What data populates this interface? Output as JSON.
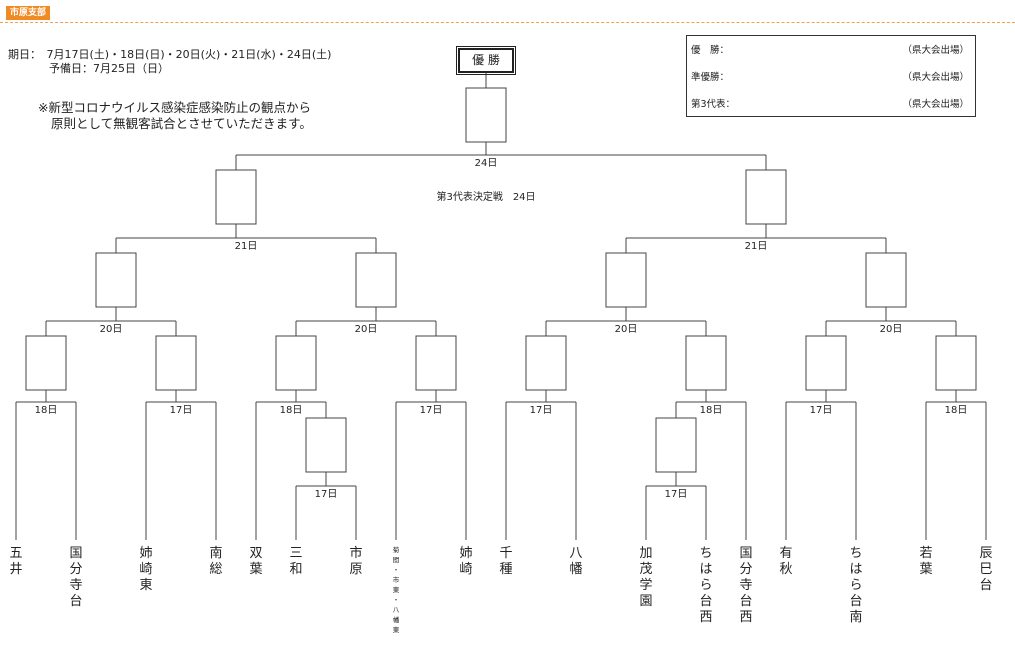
{
  "header": {
    "tag": "市原支部"
  },
  "schedule": {
    "line1": "期日：　7月17日(土)・18日(日)・20日(火)・21日(水)・24日(土)",
    "line2": "予備日：7月25日（日）"
  },
  "notice": {
    "line1": "※新型コロナウイルス感染症感染防止の観点から",
    "line2": "原則として無観客試合とさせていただきます。"
  },
  "legend": {
    "rows": [
      {
        "label": "優　勝：",
        "note": "（県大会出場）"
      },
      {
        "label": "準優勝：",
        "note": "（県大会出場）"
      },
      {
        "label": "第3代表：",
        "note": "（県大会出場）"
      }
    ]
  },
  "champion": {
    "label": "優 勝"
  },
  "final_date": "24日",
  "third_place_label": "第3代表決定戦　24日",
  "semifinal_dates": [
    "21日",
    "21日"
  ],
  "quarterfinal_dates": [
    "20日",
    "20日",
    "20日",
    "20日"
  ],
  "first_round_dates": [
    "18日",
    "17日",
    "18日",
    "17日",
    "17日",
    "18日",
    "17日",
    "18日"
  ],
  "extra_round_dates": [
    "17日",
    "17日"
  ],
  "teams": [
    "五井",
    "国分寺台",
    "姉崎東",
    "南総",
    "双葉",
    "三和",
    "市原",
    "菊間・市東・八幡東",
    "姉崎",
    "千種",
    "八幡",
    "加茂学園",
    "ちはら台西",
    "国分寺台西",
    "有秋",
    "ちはら台南",
    "若葉",
    "辰巳台"
  ]
}
